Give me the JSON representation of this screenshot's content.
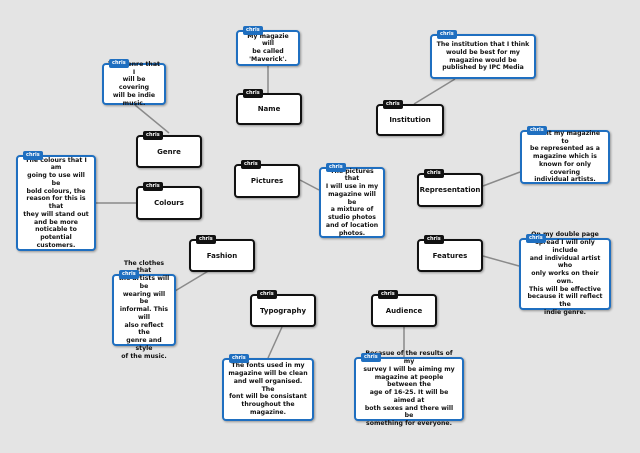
{
  "author_tag": "chris",
  "colors": {
    "background": "#e4e4e4",
    "node_border": "#111111",
    "note_border": "#1f6fc0",
    "link": "#8a8a8a"
  },
  "nodes": {
    "name": "Name",
    "institution": "Institution",
    "genre": "Genre",
    "pictures": "Pictures",
    "representation": "Representation",
    "colours": "Colours",
    "fashion": "Fashion",
    "features": "Features",
    "typography": "Typography",
    "audience": "Audience"
  },
  "notes": {
    "name": "My magazie will\nbe called\n'Maverick'.",
    "institution": "The institution that I think\nwould be best for my\nmagazine would be\npublished by IPC Media",
    "genre": "The genre that I\nwill be covering\nwill be indie\nmusic.",
    "representation": "I want my magazine to\nbe represented as a\nmagazine which is\nknown for only covering\nindividual artists.",
    "pictures": "The pictures that\nI will use in my\nmagazine will be\na mixture of\nstudio photos\nand of location\nphotos.",
    "colours": "The colours that I am\ngoing to use will be\nbold colours, the\nreason for this is that\nthey will stand out\nand be more\nnoticable to potential\ncustomers.",
    "features": "On my double page\nspread I will only include\nand individual artist who\nonly works on their own.\nThis will be effective\nbecause it will reflect the\nindie genre.",
    "fashion": "The clothes that\nthe artists will be\nwearing will be\ninformal. This will\nalso reflect the\ngenre and style\nof the music.",
    "typography": "The fonts used in my\nmagazine will be clean\nand well organised. The\nfont will be consistant\nthroughout the\nmagazine.",
    "audience": "Becasue of the results of my\nsurvey I will be aiming my\nmagazine at people between the\nage of 16-25. It will be aimed at\nboth sexes and there will be\nsomething for everyone."
  }
}
